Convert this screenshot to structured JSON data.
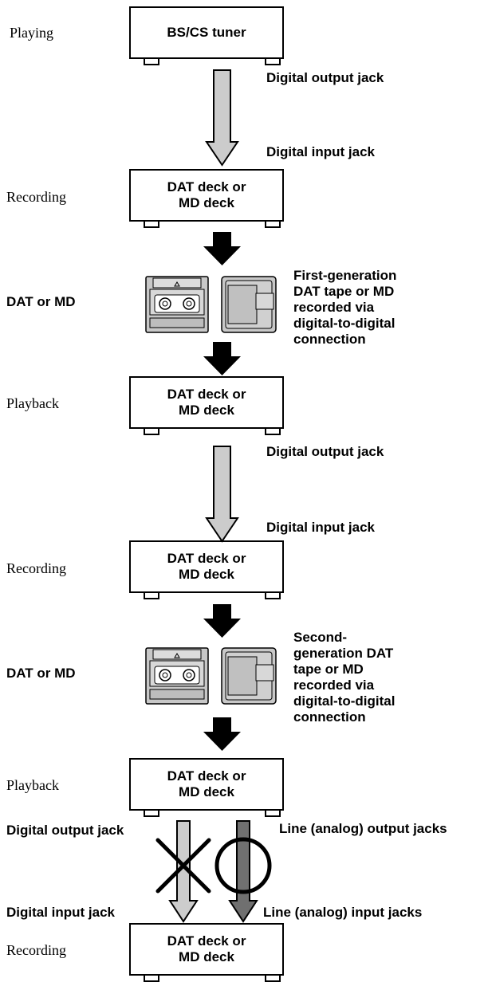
{
  "steps": [
    {
      "stage": "Playing",
      "device": [
        "BS/CS tuner"
      ]
    },
    {
      "stage": "Recording",
      "device": [
        "DAT deck or",
        "MD deck"
      ]
    },
    {
      "stage": "Playback",
      "device": [
        "DAT deck or",
        "MD deck"
      ]
    },
    {
      "stage": "Recording",
      "device": [
        "DAT deck or",
        "MD deck"
      ]
    },
    {
      "stage": "Playback",
      "device": [
        "DAT deck or",
        "MD deck"
      ]
    },
    {
      "stage": "Recording",
      "device": [
        "DAT deck or",
        "MD deck"
      ]
    }
  ],
  "jacks": {
    "out1": "Digital output jack",
    "in1": "Digital input jack",
    "out2": "Digital output jack",
    "in2": "Digital input jack",
    "out3": "Digital output jack",
    "in3": "Digital input jack",
    "line_out": "Line (analog) output jacks",
    "line_in": "Line (analog) input jacks"
  },
  "media": [
    {
      "label": "DAT or MD",
      "note": [
        "First-generation",
        "DAT tape or MD",
        "recorded via",
        "digital-to-digital",
        "connection"
      ]
    },
    {
      "label": "DAT or MD",
      "note": [
        "Second-",
        "generation DAT",
        "tape or MD",
        "recorded via",
        "digital-to-digital",
        "connection"
      ]
    }
  ],
  "colors": {
    "digital_arrow": "#cccccc",
    "analog_arrow": "#707070",
    "media_body": "#c8c8c8",
    "solid_arrow": "#000000"
  }
}
